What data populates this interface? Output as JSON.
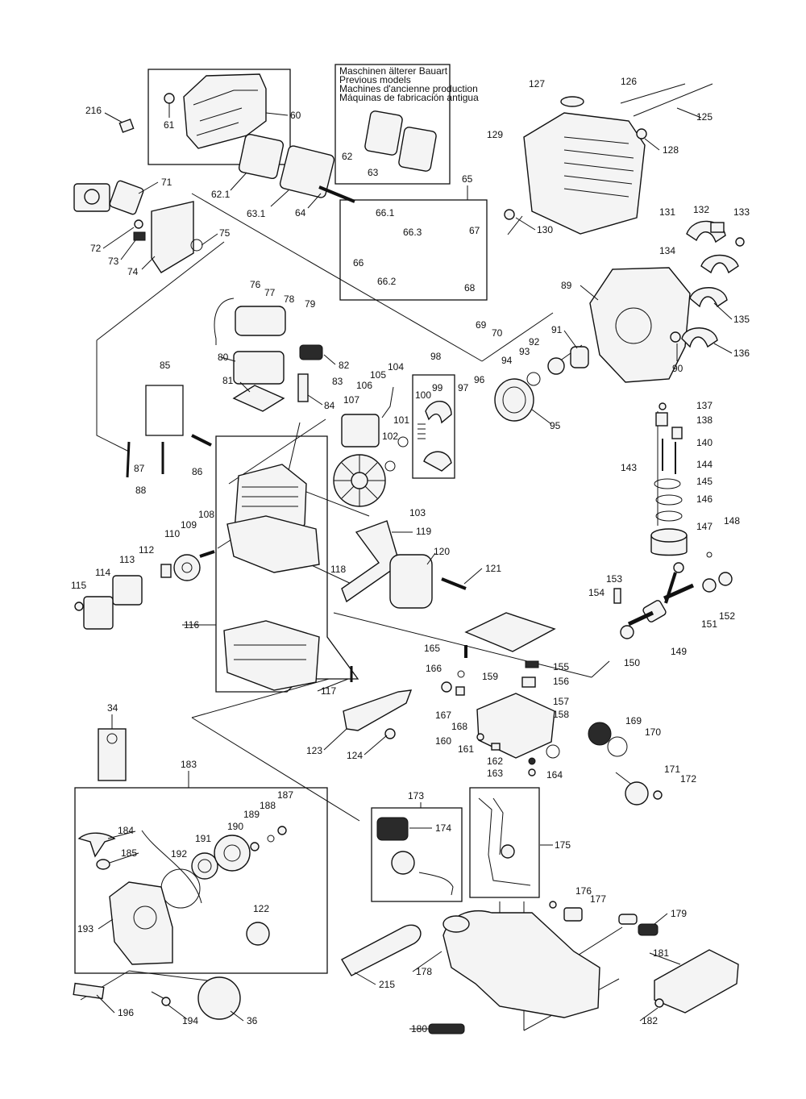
{
  "note_box": {
    "lines": [
      "Maschinen älterer Bauart",
      "Previous models",
      "Machines d'ancienne production",
      "Máquinas de fabricación antigua"
    ]
  },
  "labels": {
    "l216": "216",
    "l60": "60",
    "l61": "61",
    "l62": "62",
    "l62_1": "62.1",
    "l63": "63",
    "l63_1": "63.1",
    "l64": "64",
    "l65": "65",
    "l66": "66",
    "l66_1": "66.1",
    "l66_2": "66.2",
    "l66_3": "66.3",
    "l67": "67",
    "l68": "68",
    "l69": "69",
    "l70": "70",
    "l71": "71",
    "l72": "72",
    "l73": "73",
    "l74": "74",
    "l75": "75",
    "l76": "76",
    "l77": "77",
    "l78": "78",
    "l79": "79",
    "l80": "80",
    "l81": "81",
    "l82": "82",
    "l83": "83",
    "l84": "84",
    "l85": "85",
    "l86": "86",
    "l87": "87",
    "l88": "88",
    "l89": "89",
    "l90": "90",
    "l91": "91",
    "l92": "92",
    "l93": "93",
    "l94": "94",
    "l95": "95",
    "l96": "96",
    "l97": "97",
    "l98": "98",
    "l99": "99",
    "l100": "100",
    "l101": "101",
    "l102": "102",
    "l103": "103",
    "l104": "104",
    "l105": "105",
    "l106": "106",
    "l107": "107",
    "l108": "108",
    "l109": "109",
    "l110": "110",
    "l112": "112",
    "l113": "113",
    "l114": "114",
    "l115": "115",
    "l116": "116",
    "l117": "117",
    "l118": "118",
    "l119": "119",
    "l120": "120",
    "l121": "121",
    "l122": "122",
    "l123": "123",
    "l124": "124",
    "l125": "125",
    "l126": "126",
    "l127": "127",
    "l128": "128",
    "l129": "129",
    "l130": "130",
    "l131": "131",
    "l132": "132",
    "l133": "133",
    "l134": "134",
    "l135": "135",
    "l136": "136",
    "l137": "137",
    "l138": "138",
    "l140": "140",
    "l143": "143",
    "l144": "144",
    "l145": "145",
    "l146": "146",
    "l147": "147",
    "l148": "148",
    "l149": "149",
    "l150": "150",
    "l151": "151",
    "l152": "152",
    "l153": "153",
    "l154": "154",
    "l155": "155",
    "l156": "156",
    "l157": "157",
    "l158": "158",
    "l159": "159",
    "l160": "160",
    "l161": "161",
    "l162": "162",
    "l163": "163",
    "l164": "164",
    "l165": "165",
    "l166": "166",
    "l167": "167",
    "l168": "168",
    "l169": "169",
    "l170": "170",
    "l171": "171",
    "l172": "172",
    "l173": "173",
    "l174": "174",
    "l175": "175",
    "l176": "176",
    "l177": "177",
    "l178": "178",
    "l179": "179",
    "l180": "180",
    "l181": "181",
    "l182": "182",
    "l183": "183",
    "l184": "184",
    "l185": "185",
    "l187": "187",
    "l188": "188",
    "l189": "189",
    "l190": "190",
    "l191": "191",
    "l192": "192",
    "l193": "193",
    "l194": "194",
    "l196": "196",
    "l34": "34",
    "l36": "36",
    "l215": "215"
  }
}
